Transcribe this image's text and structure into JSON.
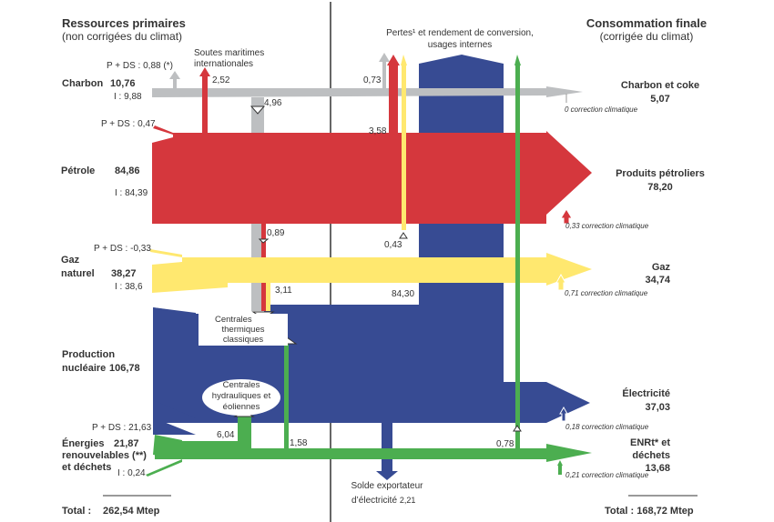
{
  "header": {
    "left_title": "Ressources primaires",
    "left_subtitle": "(non corrigées du climat)",
    "right_title": "Consommation finale",
    "right_subtitle": "(corrigée du climat)",
    "losses_title": "Pertes¹ et rendement de conversion,",
    "losses_subtitle": "usages internes",
    "bunkers_line1": "Soutes maritimes",
    "bunkers_line2": "internationales"
  },
  "colors": {
    "coal": "#bdbfc1",
    "oil": "#d5373d",
    "gas": "#ffe86f",
    "electricity": "#374b93",
    "renewables": "#4cae50"
  },
  "resources": {
    "coal": {
      "label": "Charbon",
      "value": "10,76",
      "pds": "P + DS : 0,88 (*)",
      "imports": "I  : 9,88"
    },
    "oil": {
      "label": "Pétrole",
      "value": "84,86",
      "pds": "P + DS : 0,47",
      "imports": "I  : 84,39"
    },
    "gas": {
      "label_line1": "Gaz",
      "label_line2": "naturel",
      "value": "38,27",
      "pds": "P + DS : -0,33",
      "imports": "I  : 38,6"
    },
    "nuclear": {
      "label_line1": "Production",
      "label_line2": "nucléaire",
      "value": "106,78"
    },
    "renewables": {
      "label_line1": "Énergies",
      "label_line2": "renouvelables (**)",
      "label_line3": "et déchets",
      "value": "21,87",
      "pds": "P + DS : 21,63",
      "imports": "I  : 0,24"
    },
    "total": {
      "label": "Total  :",
      "value": "262,54 Mtep"
    }
  },
  "flows": {
    "bunkers_oil": "2,52",
    "coal_to_thermal": "4,96",
    "coal_losses": "0,73",
    "oil_losses": "3,58",
    "oil_to_thermal": "0,89",
    "gas_losses": "0,43",
    "gas_to_thermal": "3,11",
    "elec_losses": "84,30",
    "hydro_wind": "6,04",
    "renew_to_thermal": "1,58",
    "renew_losses": "0,78"
  },
  "plants": {
    "thermal_line1": "Centrales",
    "thermal_line2": "thermiques",
    "thermal_line3": "classiques",
    "hydro_line1": "Centrales",
    "hydro_line2": "hydrauliques et",
    "hydro_line3": "éoliennes"
  },
  "export": {
    "line1": "Solde exportateur",
    "line2": "d’électricité",
    "value": "2,21"
  },
  "final": {
    "coal": {
      "label": "Charbon et coke",
      "value": "5,07",
      "correction": "0 correction climatique"
    },
    "oil": {
      "label": "Produits pétroliers",
      "value": "78,20",
      "correction": "0,33 correction climatique"
    },
    "gas": {
      "label": "Gaz",
      "value": "34,74",
      "correction": "0,71 correction climatique"
    },
    "electricity": {
      "label": "Électricité",
      "value": "37,03",
      "correction": "0,18 correction climatique"
    },
    "renewables": {
      "label_line1": "ENRt* et",
      "label_line2": "déchets",
      "value": "13,68",
      "correction": "0,21 correction climatique"
    },
    "total": {
      "label": "Total : 168,72 Mtep"
    }
  }
}
